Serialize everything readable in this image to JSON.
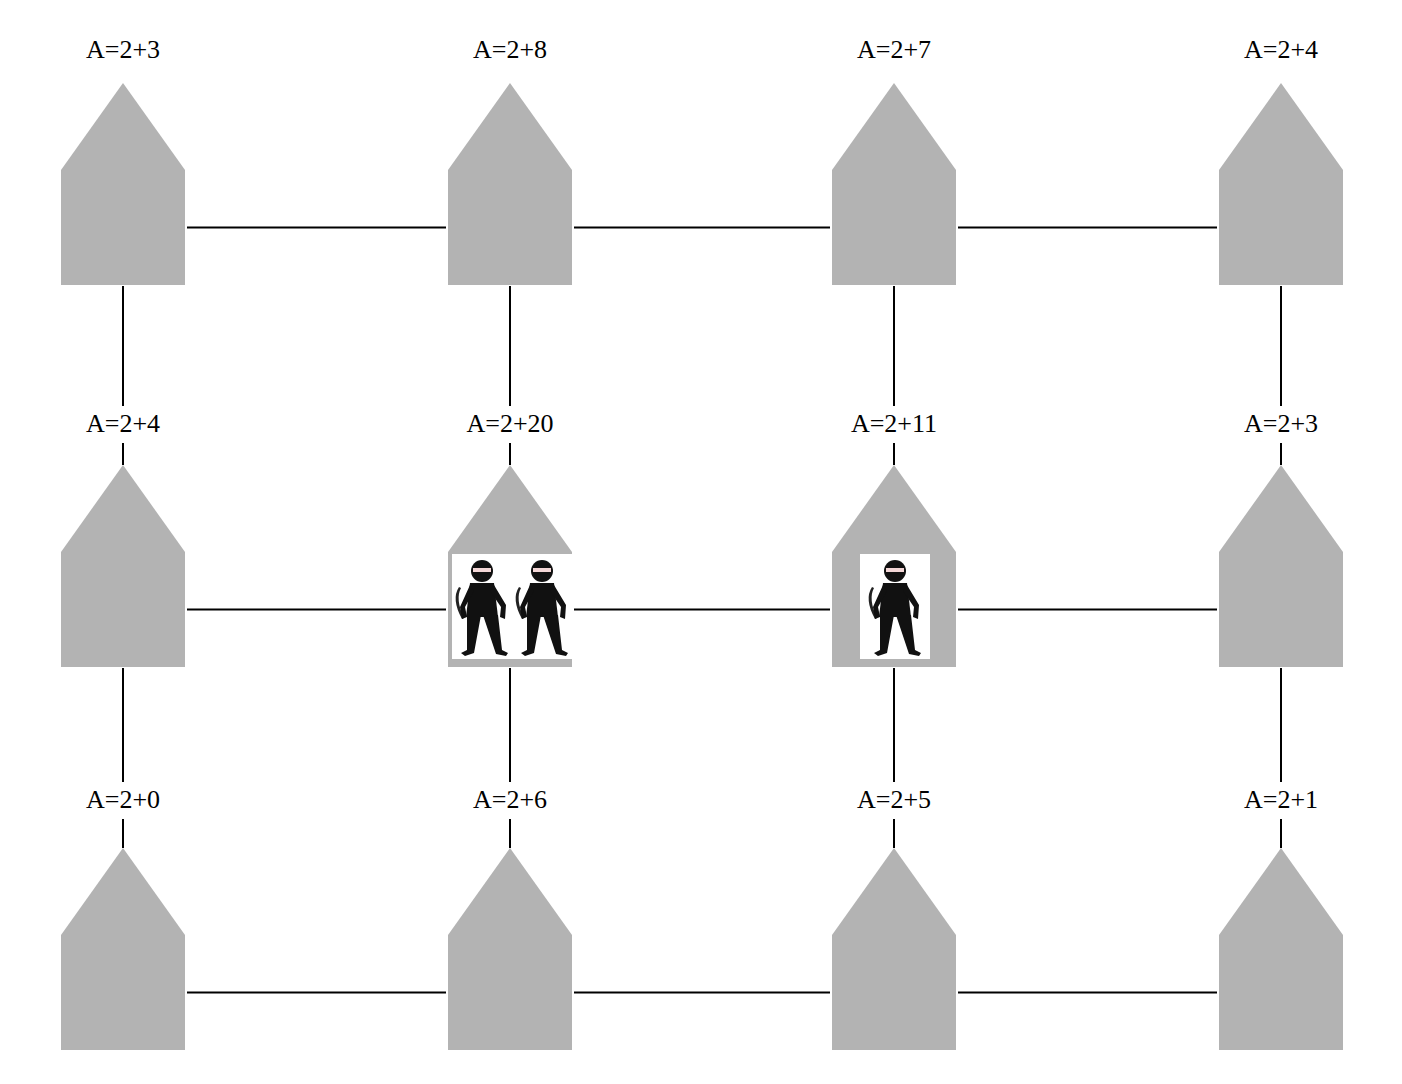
{
  "diagram": {
    "nodes": [
      {
        "text": [
          "A=2+3"
        ]
      },
      {
        "text": [
          "A=2+8"
        ]
      },
      {
        "text": [
          "A=2+7"
        ]
      },
      {
        "text": [
          "A=2+4"
        ]
      },
      {
        "text": [
          "A=2+4"
        ]
      },
      {
        "text": [
          "A=2+20"
        ]
      },
      {
        "text": [
          "A=2+11"
        ]
      },
      {
        "text": [
          "A=2+3"
        ]
      },
      {
        "text": [
          "A=2+0"
        ]
      },
      {
        "text": [
          "A=2+6"
        ]
      },
      {
        "text": [
          "A=2+5"
        ]
      },
      {
        "text": [
          "A=2+1"
        ]
      }
    ],
    "edges": [
      {
        "from": 0,
        "to": 1,
        "arrow": "none"
      },
      {
        "from": 1,
        "to": 2,
        "arrow": "none"
      },
      {
        "from": 2,
        "to": 3,
        "arrow": "none"
      },
      {
        "from": 4,
        "to": 5,
        "arrow": "none"
      },
      {
        "from": 5,
        "to": 6,
        "arrow": "none"
      },
      {
        "from": 6,
        "to": 7,
        "arrow": "none"
      },
      {
        "from": 8,
        "to": 9,
        "arrow": "none"
      },
      {
        "from": 9,
        "to": 10,
        "arrow": "none"
      },
      {
        "from": 10,
        "to": 11,
        "arrow": "none"
      },
      {
        "from": 0,
        "to": 4,
        "arrow": "none"
      },
      {
        "from": 1,
        "to": 5,
        "arrow": "none"
      },
      {
        "from": 2,
        "to": 6,
        "arrow": "none"
      },
      {
        "from": 3,
        "to": 7,
        "arrow": "none"
      },
      {
        "from": 4,
        "to": 8,
        "arrow": "none"
      },
      {
        "from": 5,
        "to": 9,
        "arrow": "none"
      },
      {
        "from": 6,
        "to": 10,
        "arrow": "none"
      },
      {
        "from": 7,
        "to": 11,
        "arrow": "none"
      }
    ]
  }
}
